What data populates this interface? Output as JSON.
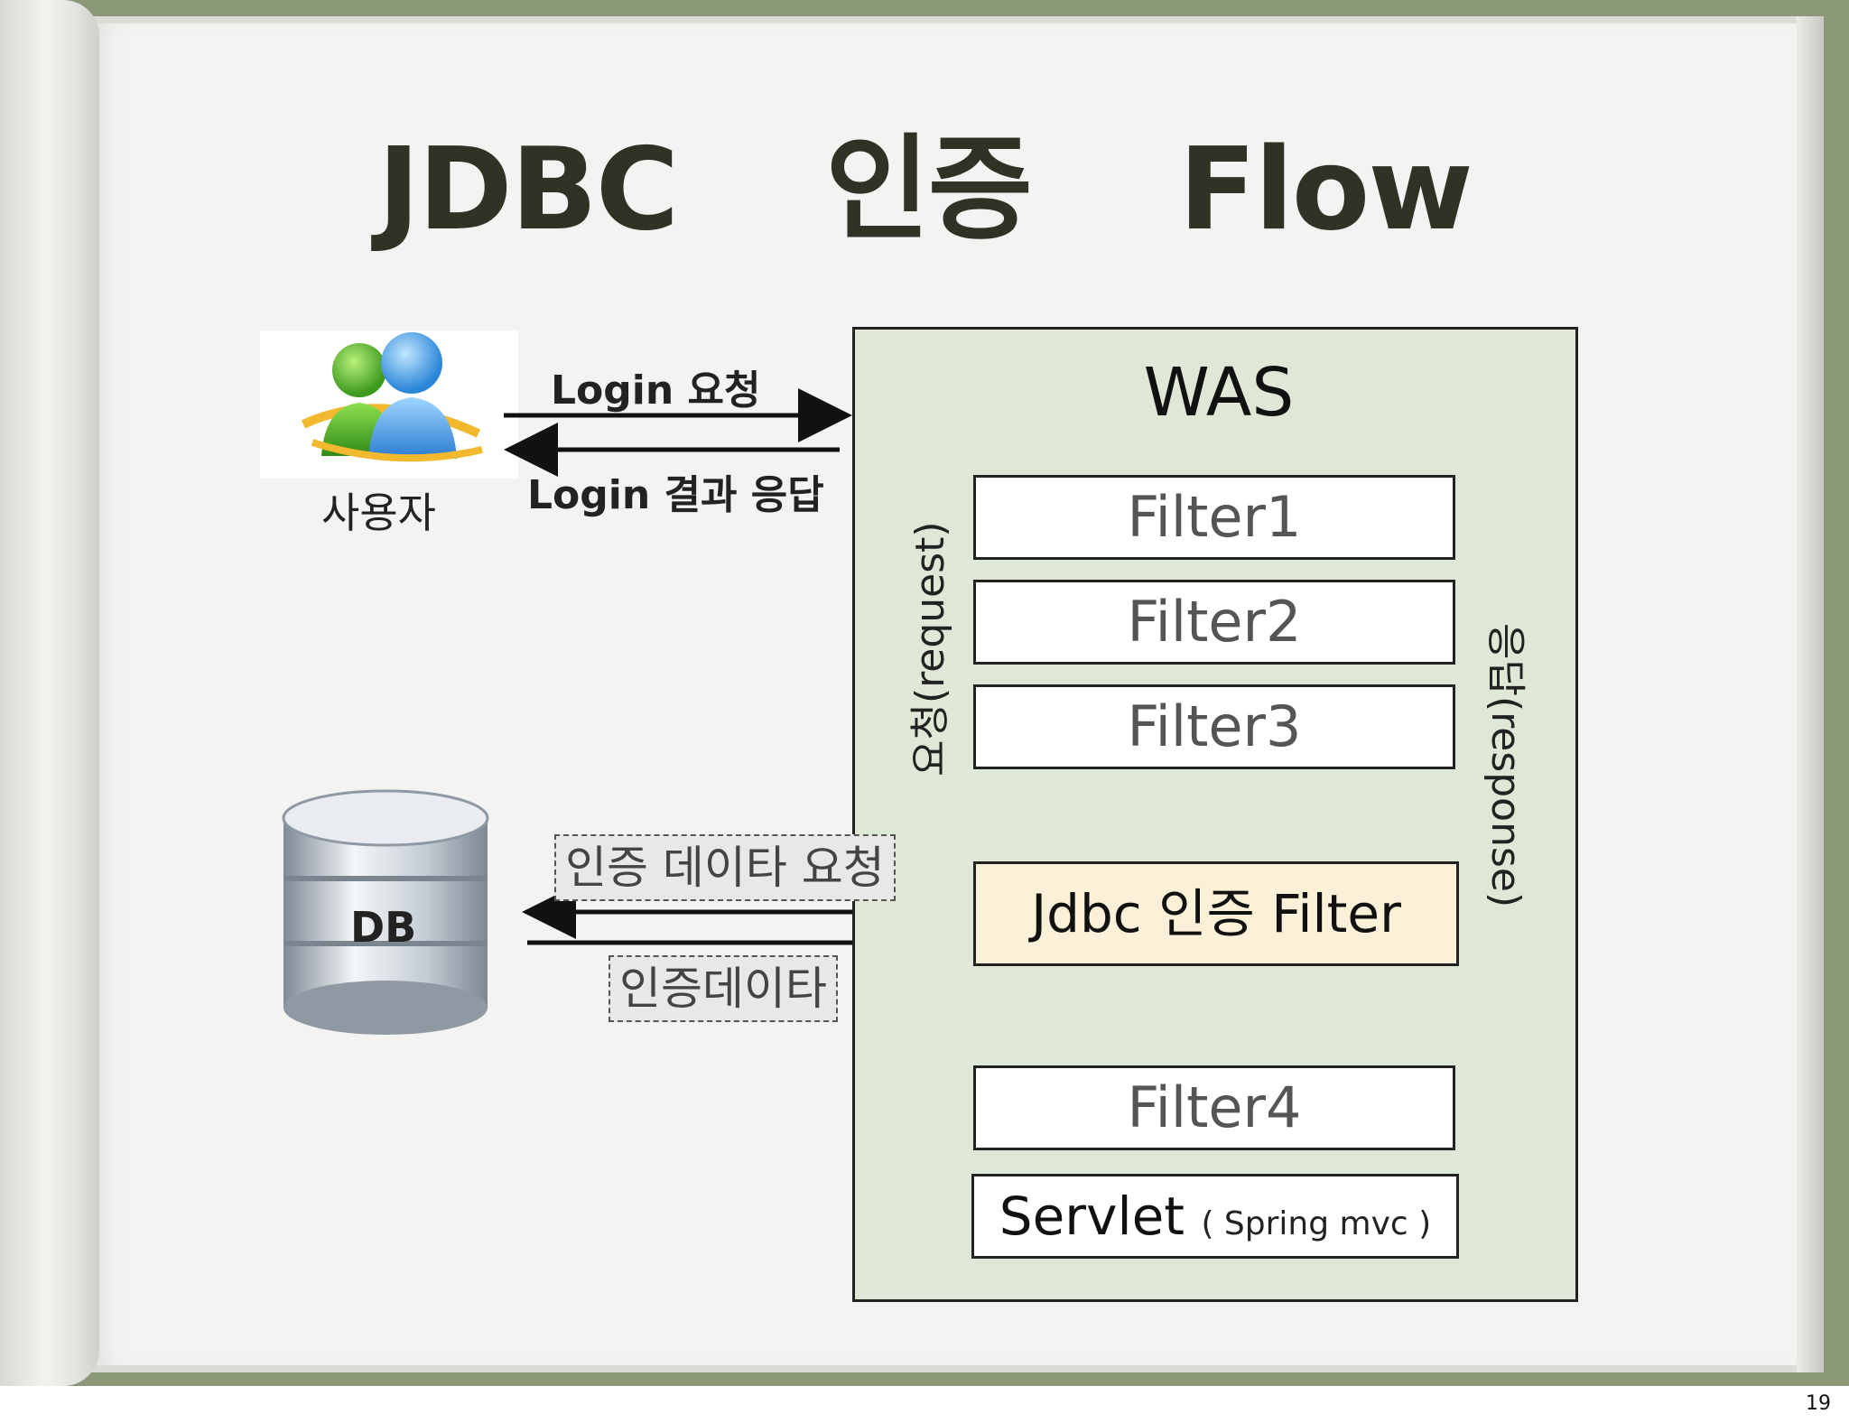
{
  "title": "JDBC  인증  Flow",
  "user_label": "사용자",
  "login_request": "Login 요청",
  "login_response": "Login 결과 응답",
  "was_label": "WAS",
  "filters": [
    "Filter1",
    "Filter2",
    "Filter3"
  ],
  "jdbc_filter": "Jdbc 인증 Filter",
  "filter4": "Filter4",
  "servlet": "Servlet",
  "servlet_sub": "( Spring mvc )",
  "request_label": "요청(request)",
  "response_label": "응답(response)",
  "db_label": "DB",
  "auth_data_request": "인증 데이타 요청",
  "auth_data": "인증데이타",
  "page_number": "19"
}
